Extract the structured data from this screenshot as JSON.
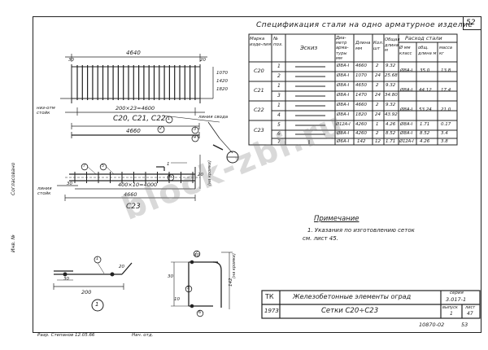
{
  "sheet_number": "52",
  "spec": {
    "title": "Спецификация стали на одно арматурное изделие",
    "headers": {
      "mark": "Марка изде-лия",
      "pos": "№ поз.",
      "sketch": "Эскиз",
      "diameter": "Диа-метр арма-туры мм",
      "length": "Длина мм",
      "count": "Кол. шт",
      "total_length": "Общая длина м",
      "consumption": "Расход стали",
      "dia_class": "Ø мм класс",
      "total_len_m": "общ. длина м",
      "mass": "масса кг"
    },
    "rows": [
      {
        "mark": "С20",
        "pos": "1",
        "dia": "Ø8A-I",
        "len": "4660",
        "cnt": "2",
        "total": "9.32",
        "c_dia": "Ø8A-I",
        "c_len": "35.0",
        "c_mass": "13.8"
      },
      {
        "mark": "",
        "pos": "2",
        "dia": "Ø8A-I",
        "len": "1070",
        "cnt": "24",
        "total": "25.68",
        "c_dia": "",
        "c_len": "",
        "c_mass": ""
      },
      {
        "mark": "С21",
        "pos": "1",
        "dia": "Ø8A-I",
        "len": "4650",
        "cnt": "2",
        "total": "9.32",
        "c_dia": "Ø8A-I",
        "c_len": "44.12",
        "c_mass": "17.4"
      },
      {
        "mark": "",
        "pos": "3",
        "dia": "Ø8A-I",
        "len": "1470",
        "cnt": "24",
        "total": "34.80",
        "c_dia": "",
        "c_len": "",
        "c_mass": ""
      },
      {
        "mark": "С22",
        "pos": "1",
        "dia": "Ø8A-I",
        "len": "4660",
        "cnt": "2",
        "total": "9.32",
        "c_dia": "Ø8A-I",
        "c_len": "53.24",
        "c_mass": "21.0"
      },
      {
        "mark": "",
        "pos": "4",
        "dia": "Ø8A-I",
        "len": "1820",
        "cnt": "24",
        "total": "43.92",
        "c_dia": "",
        "c_len": "",
        "c_mass": ""
      },
      {
        "mark": "С23",
        "pos": "5",
        "dia": "Ø12A-I",
        "len": "4260",
        "cnt": "1",
        "total": "4.26",
        "c_dia": "Ø8A-I",
        "c_len": "1.71",
        "c_mass": "0.17"
      },
      {
        "mark": "",
        "pos": "6",
        "dia": "Ø8A-I",
        "len": "4260",
        "cnt": "2",
        "total": "8.52",
        "c_dia": "Ø8A-I",
        "c_len": "8.52",
        "c_mass": "3.4"
      },
      {
        "mark": "",
        "pos": "7",
        "dia": "Ø6A-I",
        "len": "142",
        "cnt": "12",
        "total": "1.71",
        "c_dia": "Ø12A-I",
        "c_len": "4.26",
        "c_mass": "3.8"
      }
    ]
  },
  "drawing1": {
    "dim_top": "4640",
    "dim_inner": "200×23=4600",
    "caption": "С20, С21, С22",
    "label_left": "низ-отм стойк",
    "label_right": "линия свода",
    "dim_bottom": "4660",
    "dims_right": [
      "1070",
      "1420",
      "1820"
    ],
    "dim_30": "30",
    "dim_20": "20",
    "pos_labels": [
      "1",
      "2",
      "3",
      "4"
    ]
  },
  "drawing2": {
    "dim_inner": "400×10=4000",
    "dim_bottom": "4660",
    "caption": "С23",
    "label_left": "линия стойк",
    "dim_30": "30",
    "dim_20": "20",
    "pos_labels": [
      "7",
      "5",
      "6"
    ],
    "section": "1"
  },
  "detail1": {
    "dims": [
      "200",
      "30",
      "20"
    ],
    "labels": [
      "1",
      "1"
    ]
  },
  "detail2": {
    "dims": [
      "40",
      "30",
      "142",
      "10"
    ],
    "note_vert": "(на кромке)",
    "labels": [
      "7",
      "5",
      "6"
    ]
  },
  "note": {
    "title": "Примечание",
    "text1": "1. Указания по изготовлению сеток",
    "text2": "см. лист 45."
  },
  "stamp": {
    "tk": "ТК",
    "title": "Железобетонные элементы оград",
    "series_label": "серия",
    "series": "3.017-1",
    "year": "1973",
    "subject": "Сетки С20÷С23",
    "issue_label": "выпуск",
    "issue": "1",
    "sheet_label": "лист",
    "sheet": "47"
  },
  "footer": {
    "left": "Разр. Степанов 12.05.66",
    "mid": "Нач. отд.",
    "code": "10870-02",
    "page": "53"
  },
  "side_labels": [
    "Согласовано",
    "Инв. №"
  ],
  "watermark": "block-zbi.ru"
}
